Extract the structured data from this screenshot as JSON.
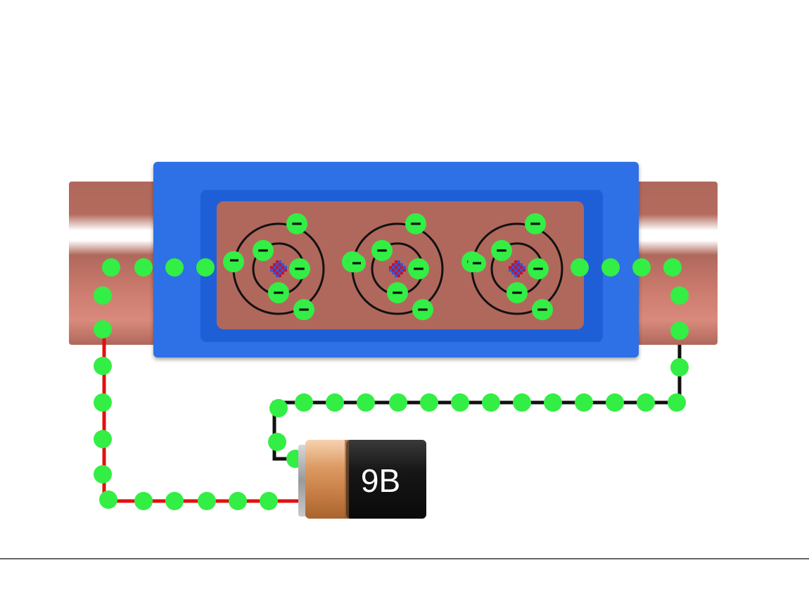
{
  "battery": {
    "label": "9B",
    "negative_color": "#1a1a1a",
    "positive_color": "#d9965e"
  },
  "colors": {
    "background": "#ffffff",
    "copper": "#b0685c",
    "copper_highlight": "#d6877a",
    "insulator_outer": "#2f6fe6",
    "insulator_inner": "#1e5fd8",
    "electron": "#33ee44",
    "electron_sign": "#111111",
    "positive_wire": "#e01010",
    "negative_wire": "#111111",
    "orbit": "#111111",
    "nucleus_red": "#c0142a",
    "nucleus_blue": "#3355dd",
    "ground_line": "#333333"
  },
  "diagram": {
    "atom_count": 3,
    "electrons_per_atom": 6,
    "electron_sign": "−"
  },
  "icons": {
    "electron": "electron-icon",
    "nucleus": "nucleus-icon",
    "battery": "battery-icon"
  }
}
